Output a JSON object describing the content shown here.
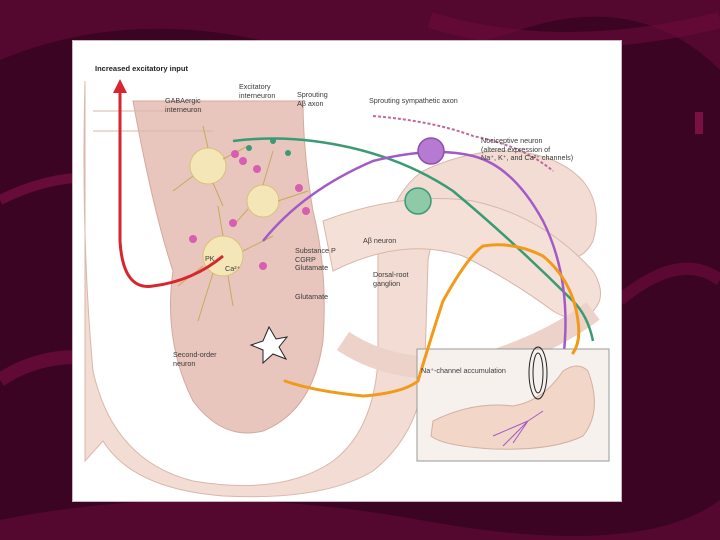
{
  "slide": {
    "background_color": "#3a0422",
    "wave_color": "#7a0f42"
  },
  "figure": {
    "header_label": "Increased excitatory input",
    "labels": {
      "gaba": "GABAergic\ninterneuron",
      "excitatory": "Excitatory\ninterneuron",
      "sprouting_ab": "Sprouting\nAβ axon",
      "sympathetic": "Sprouting sympathetic axon",
      "nociceptive": "Nociceptive neuron\n(altered expression of\nNa⁺, K⁺, and Ca²⁺ channels)",
      "pk": "PK",
      "ca": "Ca²⁺",
      "substance": "Substance P\nCGRP\nGlutamate",
      "ab_neuron": "Aβ neuron",
      "glutamate": "Glutamate",
      "drg": "Dorsal-root\nganglion",
      "second_order": "Second-order\nneuron",
      "na_channel": "Na⁺-channel accumulation"
    },
    "colors": {
      "cord_tissue": "#f2dcd3",
      "grey_matter": "#e9c6bd",
      "nociceptive_axon": "#a25bc6",
      "ab_axon": "#3a9a74",
      "sympathetic_axon": "#c06a9a",
      "excitatory_path": "#d7262e",
      "annotation_orange": "#f29a1a"
    }
  }
}
